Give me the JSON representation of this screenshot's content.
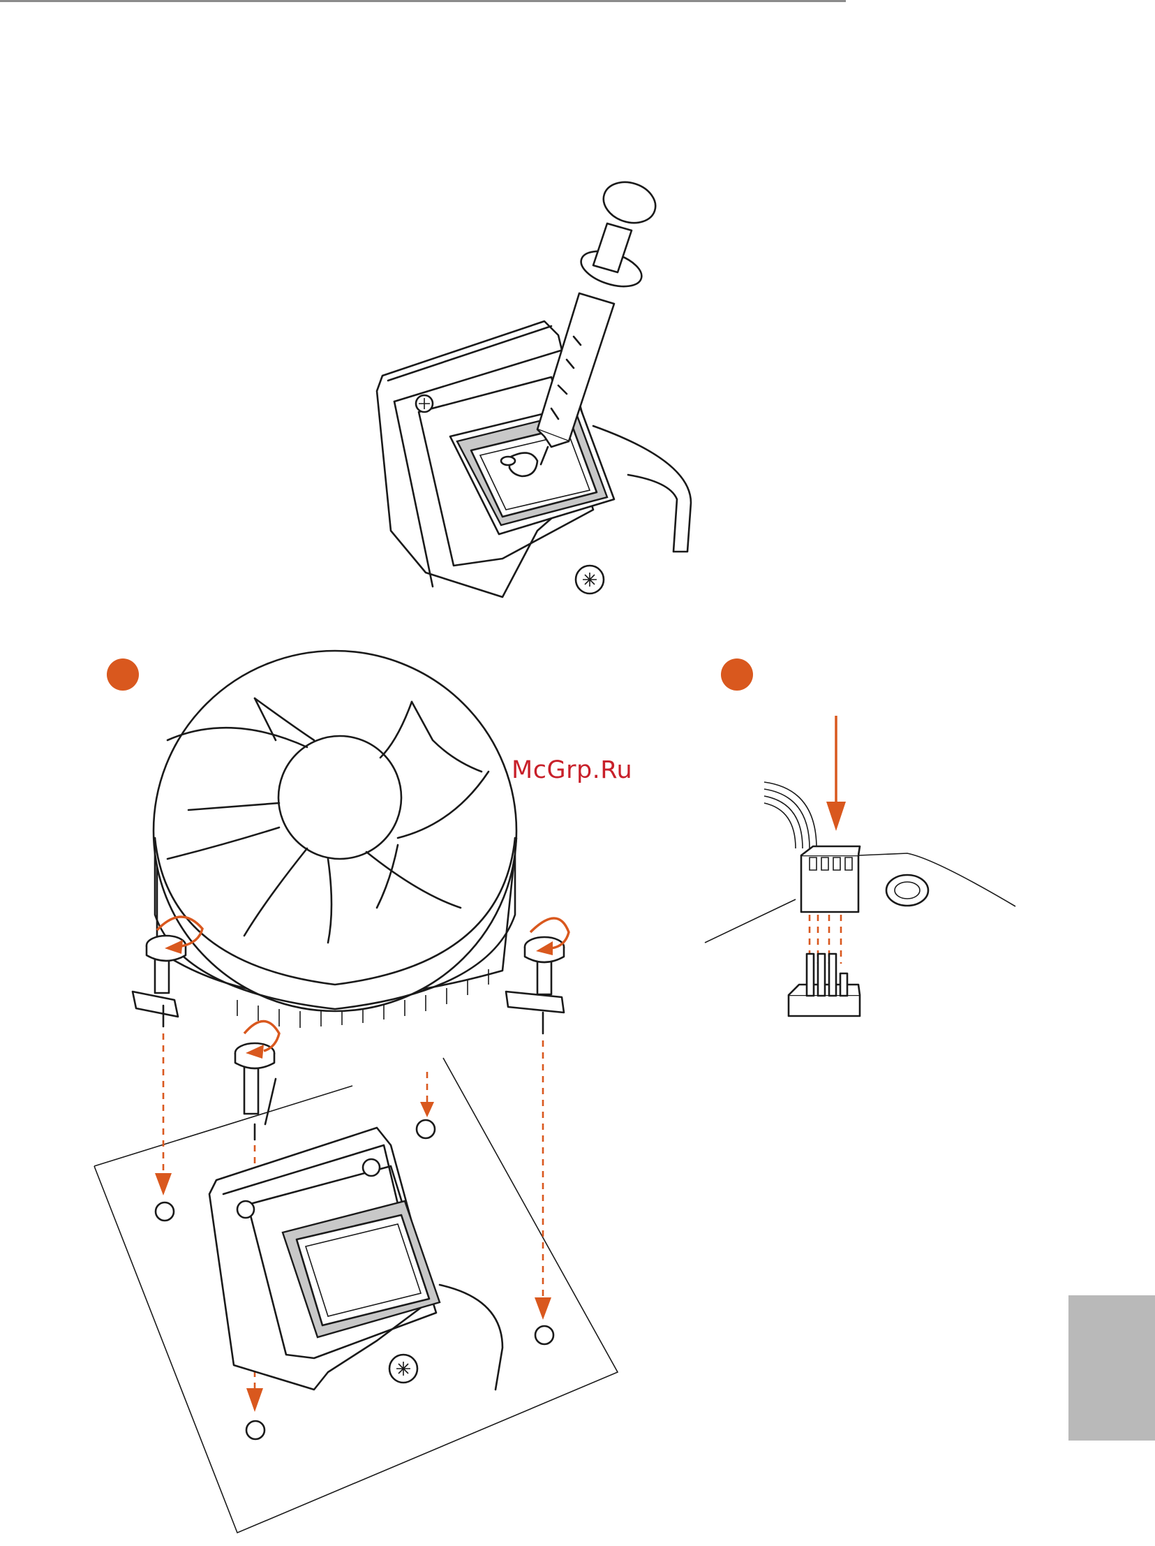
{
  "watermark": {
    "text": "McGrp.Ru"
  },
  "colors": {
    "accent": "#d9581e",
    "watermark": "#c8202a",
    "side_tab": "#b9b9b9",
    "rule": "#8c8c8c"
  },
  "steps": [
    {
      "id": "step-thermal-paste",
      "icon": "syringe-thermal-paste"
    },
    {
      "id": "step-install-cooler",
      "icon": "step-marker-dot"
    },
    {
      "id": "step-connect-fan",
      "icon": "step-marker-dot"
    }
  ]
}
